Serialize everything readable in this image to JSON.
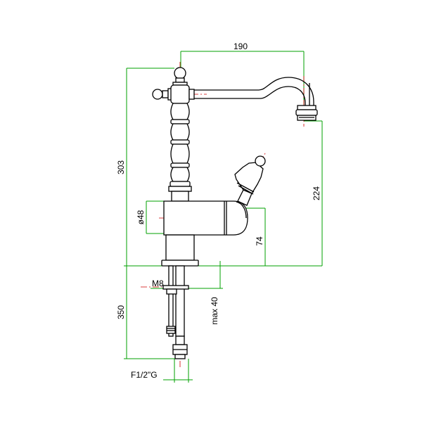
{
  "dimensions": {
    "spout_reach": "190",
    "total_height": "303",
    "spout_height": "224",
    "body_diameter": "ø48",
    "lever_axis_height": "74",
    "shank_length": "350",
    "max_thickness": "max 40",
    "thread_rod": "M8",
    "connection": "F1/2\"G"
  },
  "colors": {
    "outline": "#000000",
    "dimension_lines": "#00a000",
    "center_lines": "#d00000"
  }
}
